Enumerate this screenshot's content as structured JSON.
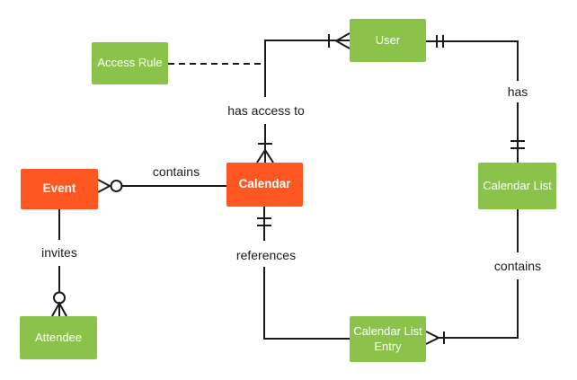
{
  "diagram": {
    "type": "entity-relationship-diagram",
    "notation": "crows-foot",
    "background": "#ffffff",
    "colors": {
      "entity_orange": "#ff5722",
      "entity_green": "#8bc34a",
      "entity_text": "#ffffff",
      "line": "#1a1a1a",
      "label_text": "#1a1a1a"
    },
    "entities": [
      {
        "id": "access-rule",
        "label": "Access Rule",
        "color": "#8bc34a"
      },
      {
        "id": "user",
        "label": "User",
        "color": "#8bc34a"
      },
      {
        "id": "event",
        "label": "Event",
        "color": "#ff5722"
      },
      {
        "id": "calendar",
        "label": "Calendar",
        "color": "#ff5722"
      },
      {
        "id": "calendar-list",
        "label": "Calendar List",
        "color": "#8bc34a"
      },
      {
        "id": "attendee",
        "label": "Attendee",
        "color": "#8bc34a"
      },
      {
        "id": "calendar-list-entry",
        "label": "Calendar List Entry",
        "color": "#8bc34a"
      }
    ],
    "relationships": [
      {
        "label": "contains",
        "from": "Event",
        "to": "Calendar",
        "from_cardinality": "zero-or-many",
        "to_cardinality": "plain"
      },
      {
        "label": "has access to",
        "from": "Calendar",
        "to": "User",
        "from_cardinality": "one-or-many",
        "to_cardinality": "one-or-many"
      },
      {
        "label": "has",
        "from": "User",
        "to": "Calendar List",
        "from_cardinality": "one-and-only-one",
        "to_cardinality": "one-and-only-one"
      },
      {
        "label": "references",
        "from": "Calendar",
        "to": "Calendar List Entry",
        "from_cardinality": "one-and-only-one",
        "to_cardinality": "plain"
      },
      {
        "label": "contains",
        "from": "Calendar List",
        "to": "Calendar List Entry",
        "from_cardinality": "plain",
        "to_cardinality": "one-or-many"
      },
      {
        "label": "invites",
        "from": "Event",
        "to": "Attendee",
        "from_cardinality": "plain",
        "to_cardinality": "zero-or-many"
      },
      {
        "label": "",
        "from": "Access Rule",
        "to": "has access to relationship",
        "style": "dashed"
      }
    ]
  }
}
